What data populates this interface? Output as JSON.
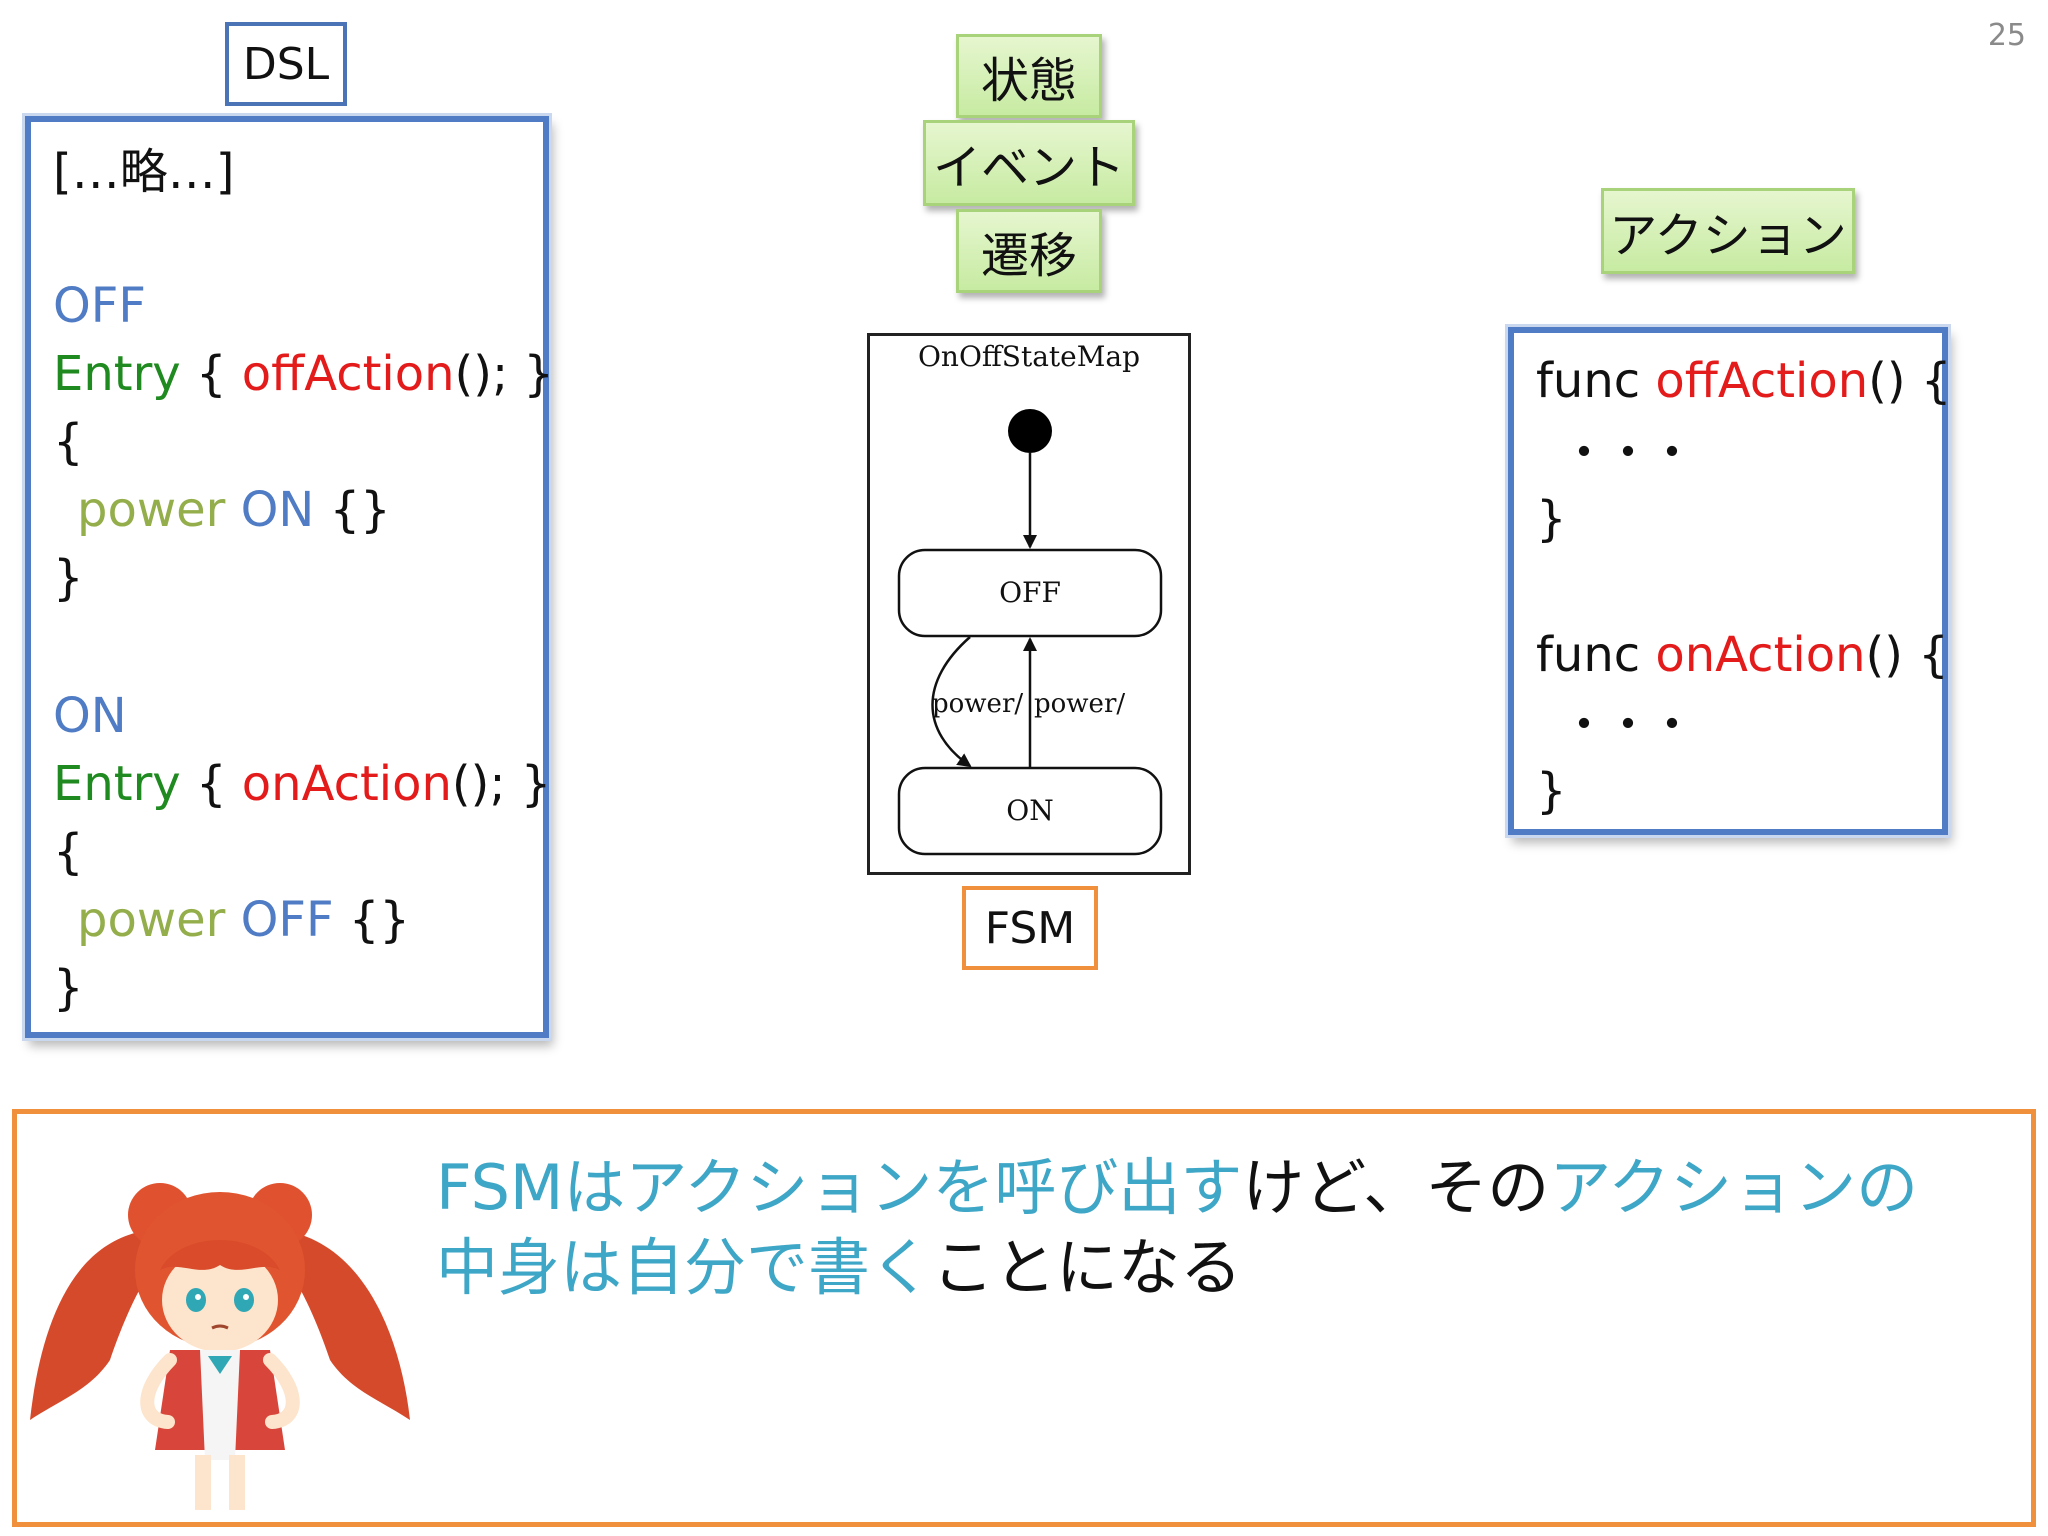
{
  "slide": {
    "page_number": "25"
  },
  "labels": {
    "dsl": "DSL",
    "fsm": "FSM"
  },
  "tags": {
    "state": "状態",
    "event": "イベント",
    "transition": "遷移",
    "action": "アクション"
  },
  "dsl_code": {
    "omitted": "[…略…]",
    "off_state": "OFF",
    "entry_kw_1": "Entry",
    "entry_open_1": " { ",
    "off_action": "offAction",
    "entry_close_1": "(); }",
    "brace_open_1": "{",
    "power_kw_1": "power",
    "to_on": "ON",
    "empty_braces_1": "{}",
    "brace_close_1": "}",
    "on_state": "ON",
    "entry_kw_2": "Entry",
    "entry_open_2": " { ",
    "on_action": "onAction",
    "entry_close_2": "(); }",
    "brace_open_2": "{",
    "power_kw_2": "power",
    "to_off": "OFF",
    "empty_braces_2": "{}",
    "brace_close_2": "}"
  },
  "action_code": {
    "func_kw_1": "func ",
    "off_action": "offAction",
    "sig_end_1": "() {",
    "dots_1": "・・・",
    "close_1": "}",
    "func_kw_2": "func ",
    "on_action": "onAction",
    "sig_end_2": "() {",
    "dots_2": "・・・",
    "close_2": "}"
  },
  "fsm_diagram": {
    "title": "OnOffStateMap",
    "state_off": "OFF",
    "state_on": "ON",
    "edge_off_to_on": "power/",
    "edge_on_to_off": "power/"
  },
  "message": {
    "p1": "FSMはアクションを呼び出す",
    "p2": "けど、その",
    "p3": "アクションの中身は自分で書く",
    "p4": "ことになる"
  },
  "colors": {
    "code_blue": "#4f7cc4",
    "code_green": "#1f8a1f",
    "code_red": "#e31b1b",
    "code_olive": "#93ae4a",
    "tag_green": "#c7eba2",
    "accent_orange": "#f0903c",
    "message_cyan": "#3ea6c6"
  },
  "mascot": {
    "icon": "chibi-girl-mascot"
  }
}
